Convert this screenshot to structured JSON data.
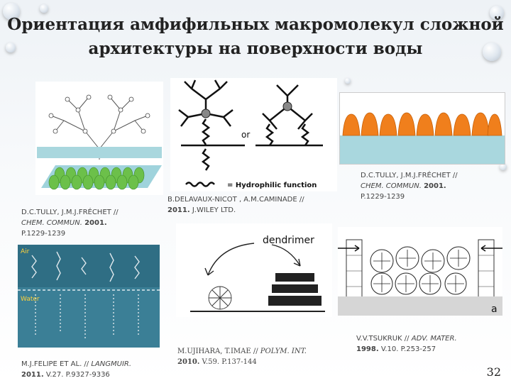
{
  "title_line1": "Ориентация амфифильных макромолекул сложной",
  "title_line2": "архитектуры на поверхности воды",
  "figure_labels": {
    "or": "or",
    "hydrophilic": "= Hydrophilic function",
    "dendrimer": "dendrimer",
    "air": "Air",
    "water": "Water",
    "panel_a": "a"
  },
  "captions": {
    "c1": {
      "authors": "D.C.TULLY, J.M.J.FRÉCHET //",
      "journal": "CHEM. COMMUN.",
      "year": "2001.",
      "pages": "P.1229-1239"
    },
    "c2": {
      "authors": "B.DELAVAUX-NICOT , A.M.CAMINADE //",
      "year": "2011.",
      "publisher": "J.WILEY LTD."
    },
    "c3": {
      "authors": "D.C.TULLY, J.M.J.FRÉCHET //",
      "journal": "CHEM. COMMUN.",
      "year": "2001.",
      "pages": "P.1229-1239"
    },
    "c4": {
      "authors": "M.J.FELIPE ET AL. //",
      "journal": "LANGMUIR.",
      "year": "2011.",
      "pages": "V.27. P.9327-9336"
    },
    "c5": {
      "authors": "M.UJIHARA, T.IMAE //",
      "journal": "POLYM. INT.",
      "year": "2010.",
      "pages": "V.59. P.137-144"
    },
    "c6": {
      "authors": "V.V.TSUKRUK //",
      "journal": "ADV. MATER.",
      "year": "1998.",
      "pages": "V.10. P.253-257"
    }
  },
  "page_number": "32",
  "colors": {
    "water": "#a9d7de",
    "orange": "#f07f1c",
    "green": "#6cc04a",
    "teal": "#3a8ea0"
  }
}
